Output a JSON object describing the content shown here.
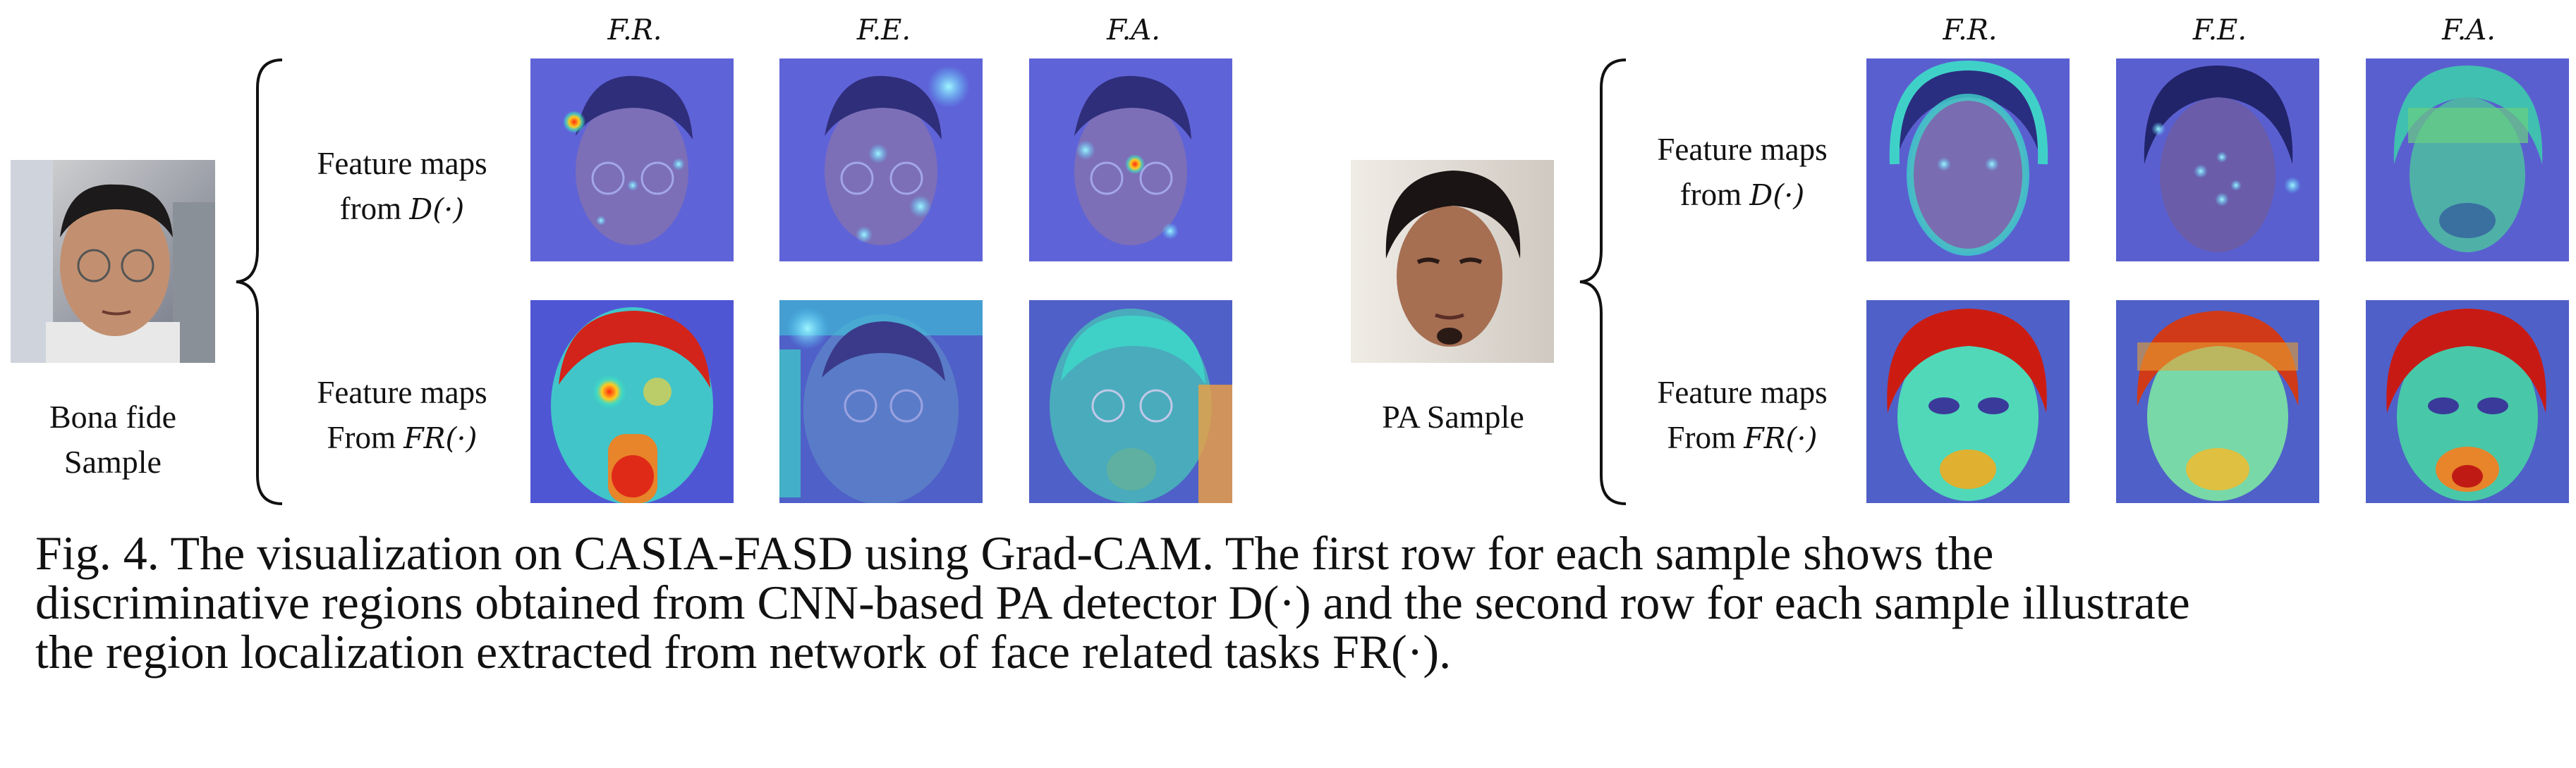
{
  "column_headers": [
    "F.R.",
    "F.E.",
    "F.A."
  ],
  "left_panel": {
    "sample_label_line1": "Bona fide",
    "sample_label_line2": "Sample",
    "row1_line1": "Feature maps",
    "row1_line2_text": "from ",
    "row1_line2_math": "D(·)",
    "row2_line1": "Feature maps",
    "row2_line2_text": "From ",
    "row2_line2_math": "FR(·)"
  },
  "right_panel": {
    "sample_label": "PA Sample",
    "row1_line1": "Feature maps",
    "row1_line2_text": "from ",
    "row1_line2_math": "D(·)",
    "row2_line1": "Feature maps",
    "row2_line2_text": "From ",
    "row2_line2_math": "FR(·)"
  },
  "caption": {
    "line1": "Fig. 4. The visualization on CASIA-FASD using Grad-CAM. The first row for each sample shows the",
    "line2": "discriminative regions obtained from CNN-based PA detector D(·) and the second row for each sample illustrate",
    "line3": "the region localization extracted from network of face related tasks FR(·)."
  },
  "colors": {
    "heatmap_low": "#4a4fd0",
    "heatmap_mid": "#3fd1c8",
    "heatmap_high": "#c81a14",
    "skin": "#b07a5e"
  }
}
